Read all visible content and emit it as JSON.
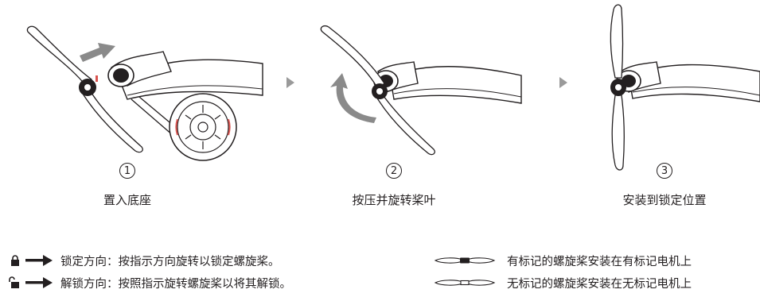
{
  "steps": [
    {
      "number": "①",
      "label": "置入底座"
    },
    {
      "number": "②",
      "label": "按压并旋转桨叶"
    },
    {
      "number": "③",
      "label": "安装到锁定位置"
    }
  ],
  "legend_left": [
    {
      "icon": "lock-icon",
      "text": "锁定方向：按指示方向旋转以锁定螺旋桨。"
    },
    {
      "icon": "unlock-icon",
      "text": "解锁方向：按照指示旋转螺旋桨以将其解锁。"
    }
  ],
  "legend_right": [
    {
      "icon": "marked-propeller-icon",
      "text": "有标记的螺旋桨安装在有标记电机上"
    },
    {
      "icon": "unmarked-propeller-icon",
      "text": "无标记的螺旋桨安装在无标记电机上"
    }
  ],
  "colors": {
    "ink": "#231f20",
    "arrow_gray": "#8a8a8a",
    "marker_red": "#d9534f"
  }
}
